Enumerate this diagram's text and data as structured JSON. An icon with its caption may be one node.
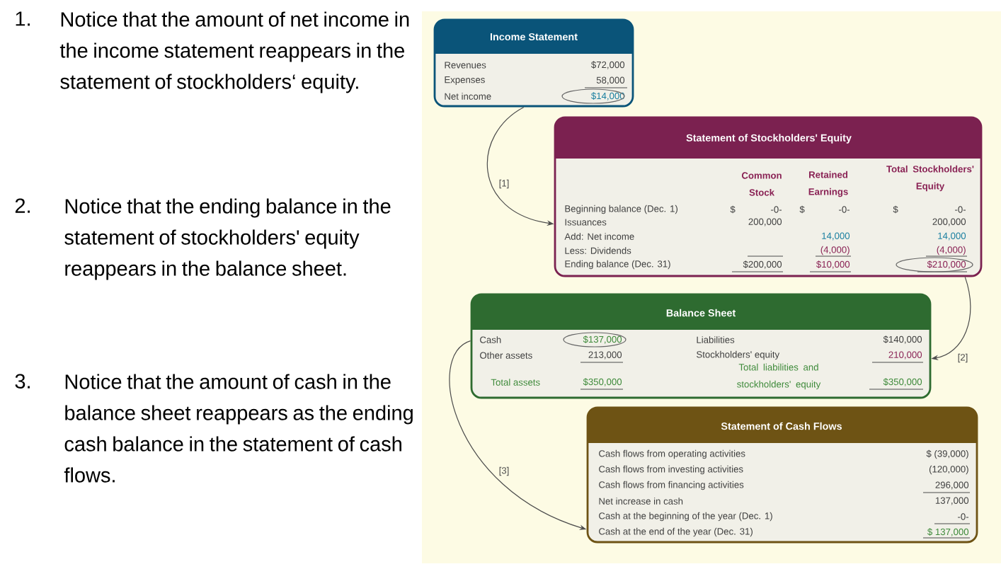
{
  "diagram": {
    "nodes": [
      {
        "text": [
          "Income Statement",
          "Revenues",
          "$72,000",
          "Expenses",
          "58,000",
          "Net income",
          "$14,000"
        ]
      },
      {
        "text": [
          "Statement of Stockholders' Equity",
          "Common Stock",
          "Retained Earnings",
          "Total Stockholders' Equity",
          "Beginning balance (Dec. 1)",
          "$",
          "-0-",
          "$",
          "-0-",
          "$",
          "-0-",
          "Issuances",
          "200,000",
          "200,000",
          "Add: Net income",
          "14,000",
          "14,000",
          "Less: Dividends",
          "(4,000)",
          "(4,000)",
          "Ending balance (Dec. 31)",
          "$200,000",
          "$10,000",
          "$210,000"
        ]
      },
      {
        "text": [
          "Balance Sheet",
          "Cash",
          "$137,000",
          "Liabilities",
          "$140,000",
          "Other assets",
          "213,000",
          "Stockholders' equity",
          "210,000",
          "Total assets",
          "$350,000",
          "Total liabilities and stockholders' equity",
          "$350,000"
        ]
      },
      {
        "text": [
          "Statement of Cash Flows",
          "Cash flows from operating activities",
          "$ (39,000)",
          "Cash flows from investing activities",
          "(120,000)",
          "Cash flows from financing activities",
          "296,000",
          "Net increase in cash",
          "137,000",
          "Cash at the beginning of the year (Dec. 1)",
          "-0-",
          "Cash at the end of the year (Dec. 31)",
          "$ 137,000"
        ]
      }
    ],
    "edges": [
      {
        "from": 0,
        "to": 1,
        "arrow": "to",
        "label": "[1]"
      },
      {
        "from": 1,
        "to": 2,
        "arrow": "to",
        "label": "[2]"
      },
      {
        "from": 2,
        "to": 3,
        "arrow": "to",
        "label": "[3]"
      }
    ],
    "labels": [
      "1.",
      "Notice that the amount of net income in the income statement reappears in the statement of stockholders‘ equity.",
      "2.",
      "Notice that the ending balance in the statement of stockholders' equity reappears in the balance sheet.",
      "3.",
      "Notice that the amount of cash in the balance sheet reappears as the ending cash balance in the statement of cash flows."
    ]
  }
}
